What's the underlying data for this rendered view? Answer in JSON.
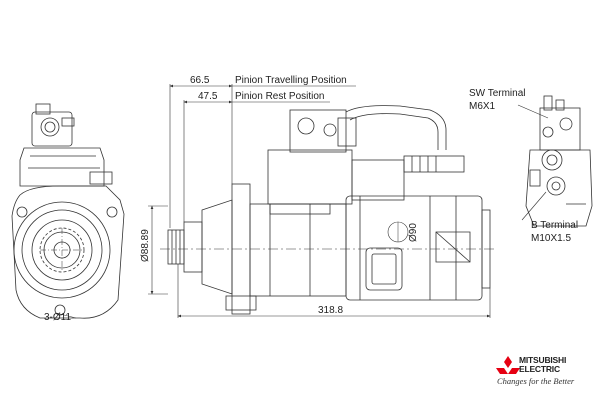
{
  "dimensions": {
    "pinion_travelling": {
      "value": "66.5",
      "label": "Pinion Travelling Position"
    },
    "pinion_rest": {
      "value": "47.5",
      "label": "Pinion Rest Position"
    },
    "body_diameter": "Ø88.89",
    "housing_diameter": "Ø90",
    "overall_length": "318.8",
    "mounting_holes": "3-Ø11"
  },
  "terminals": {
    "sw": {
      "name": "SW Terminal",
      "thread": "M6X1"
    },
    "b": {
      "name": "B Terminal",
      "thread": "M10X1.5"
    }
  },
  "brand": {
    "name_line1": "MITSUBISHI",
    "name_line2": "ELECTRIC",
    "tagline": "Changes for the Better",
    "logo_color": "#e60012"
  }
}
